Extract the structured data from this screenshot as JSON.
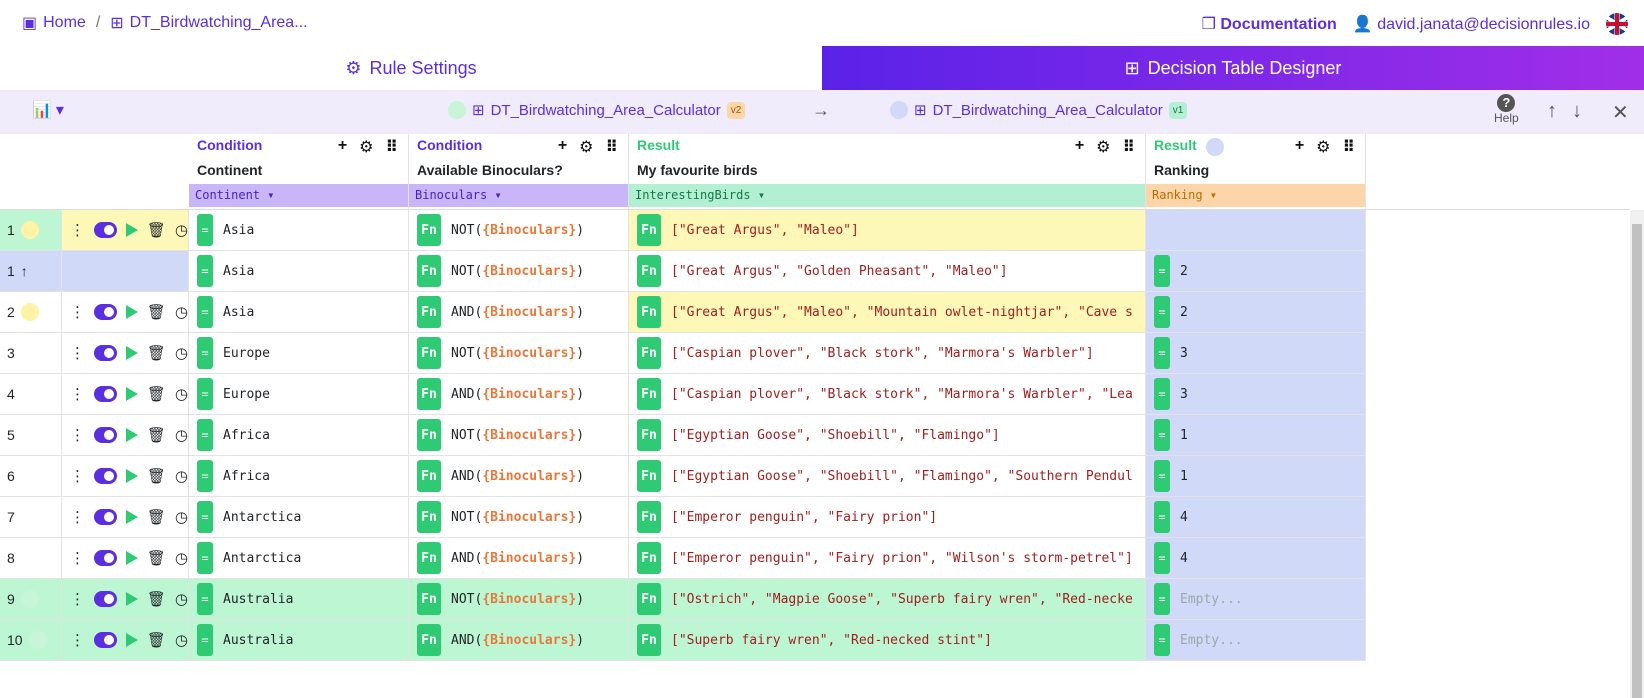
{
  "breadcrumb": {
    "home": "Home",
    "sep": "/",
    "table": "DT_Birdwatching_Area..."
  },
  "top": {
    "docs": "Documentation",
    "user": "david.janata@decisionrules.io"
  },
  "tabs": {
    "settings": "Rule Settings",
    "designer": "Decision Table Designer"
  },
  "compare": {
    "left_name": "DT_Birdwatching_Area_Calculator",
    "left_ver": "v2",
    "right_name": "DT_Birdwatching_Area_Calculator",
    "right_ver": "v1"
  },
  "help": "Help",
  "columns": [
    {
      "type": "Condition",
      "name": "Continent",
      "attr": "Continent"
    },
    {
      "type": "Condition",
      "name": "Available Binoculars?",
      "attr": "Binoculars"
    },
    {
      "type": "Result",
      "name": "My favourite birds",
      "attr": "InterestingBirds"
    },
    {
      "type": "Result",
      "name": "Ranking",
      "attr": "Ranking"
    }
  ],
  "fn_not": "NOT(",
  "fn_and": "AND(",
  "fn_arg": "{Binoculars}",
  "fn_close": ")",
  "rows": [
    {
      "idx": "1",
      "dot": "#fff3a8",
      "continent": "Asia",
      "fn": "NOT",
      "birds": "[\"Great Argus\", \"Maleo\"]",
      "rank": "",
      "bg": "#fef8b8",
      "rankbg": "#d0d9f8"
    },
    {
      "idx": "1",
      "dot": "",
      "continent": "Asia",
      "fn": "NOT",
      "birds": "[\"Great Argus\", \"Golden Pheasant\", \"Maleo\"]",
      "rank": "2",
      "bg": "#fff",
      "compare": true
    },
    {
      "idx": "2",
      "dot": "#fff3a8",
      "continent": "Asia",
      "fn": "AND",
      "birds": "[\"Great Argus\", \"Maleo\", \"Mountain owlet-nightjar\", \"Cave s",
      "rank": "2",
      "bg": "#fff",
      "c3bg": "#fef8b8"
    },
    {
      "idx": "3",
      "dot": "",
      "continent": "Europe",
      "fn": "NOT",
      "birds": "[\"Caspian plover\", \"Black stork\", \"Marmora's Warbler\"]",
      "rank": "3",
      "bg": "#fff"
    },
    {
      "idx": "4",
      "dot": "",
      "continent": "Europe",
      "fn": "AND",
      "birds": "[\"Caspian plover\", \"Black stork\", \"Marmora's Warbler\", \"Lea",
      "rank": "3",
      "bg": "#fff"
    },
    {
      "idx": "5",
      "dot": "",
      "continent": "Africa",
      "fn": "NOT",
      "birds": "[\"Egyptian Goose\", \"Shoebill\", \"Flamingo\"]",
      "rank": "1",
      "bg": "#fff"
    },
    {
      "idx": "6",
      "dot": "",
      "continent": "Africa",
      "fn": "AND",
      "birds": "[\"Egyptian Goose\", \"Shoebill\", \"Flamingo\", \"Southern Pendul",
      "rank": "1",
      "bg": "#fff"
    },
    {
      "idx": "7",
      "dot": "",
      "continent": "Antarctica",
      "fn": "NOT",
      "birds": "[\"Emperor penguin\", \"Fairy prion\"]",
      "rank": "4",
      "bg": "#fff"
    },
    {
      "idx": "8",
      "dot": "",
      "continent": "Antarctica",
      "fn": "AND",
      "birds": "[\"Emperor penguin\", \"Fairy prion\", \"Wilson's storm-petrel\"]",
      "rank": "4",
      "bg": "#fff"
    },
    {
      "idx": "9",
      "dot": "#c8f5d8",
      "continent": "Australia",
      "fn": "NOT",
      "birds": "[\"Ostrich\", \"Magpie Goose\", \"Superb fairy wren\", \"Red-necke",
      "rank": "",
      "bg": "#bdf6d3"
    },
    {
      "idx": "10",
      "dot": "#c8f5d8",
      "continent": "Australia",
      "fn": "AND",
      "birds": "[\"Superb fairy wren\", \"Red-necked stint\"]",
      "rank": "",
      "bg": "#bdf6d3"
    }
  ],
  "empty_placeholder": "Empty...",
  "colors": {
    "accent": "#5b2ee0",
    "green": "#2fcb74",
    "cond_attr": "#c8b6f9",
    "res_attr": "#b3efd3",
    "rank_attr": "#fcd6a8"
  }
}
